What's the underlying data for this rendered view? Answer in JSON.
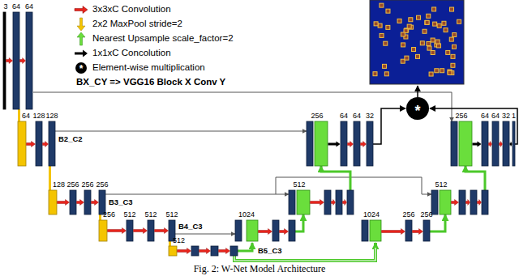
{
  "diagram": {
    "caption": "Fig. 2: W-Net Model Architecture",
    "nodes": [
      {
        "text": [
          "*"
        ]
      }
    ],
    "labels": [
      "*",
      "3",
      "64",
      "64",
      "64",
      "128",
      "128",
      "B2_C2",
      "256",
      "64",
      "64",
      "32",
      "256",
      "64",
      "64",
      "32",
      "1",
      "128",
      "256",
      "256",
      "256",
      "B3_C3",
      "512",
      "512",
      "256",
      "512",
      "512",
      "512",
      "B4_C3",
      "1024",
      "1024",
      "256",
      "256",
      "512",
      "B5_C3"
    ],
    "legend": [
      {
        "text": "3x3xC Convolution"
      },
      {
        "text": "2x2 MaxPool stride=2"
      },
      {
        "text": "Nearest Upsample scale_factor=2"
      },
      {
        "text": "1x1xC Concolution"
      },
      {
        "text": "Element-wise multiplication"
      },
      {
        "text": "BX_CY => VGG16 Block X Conv Y"
      }
    ]
  }
}
